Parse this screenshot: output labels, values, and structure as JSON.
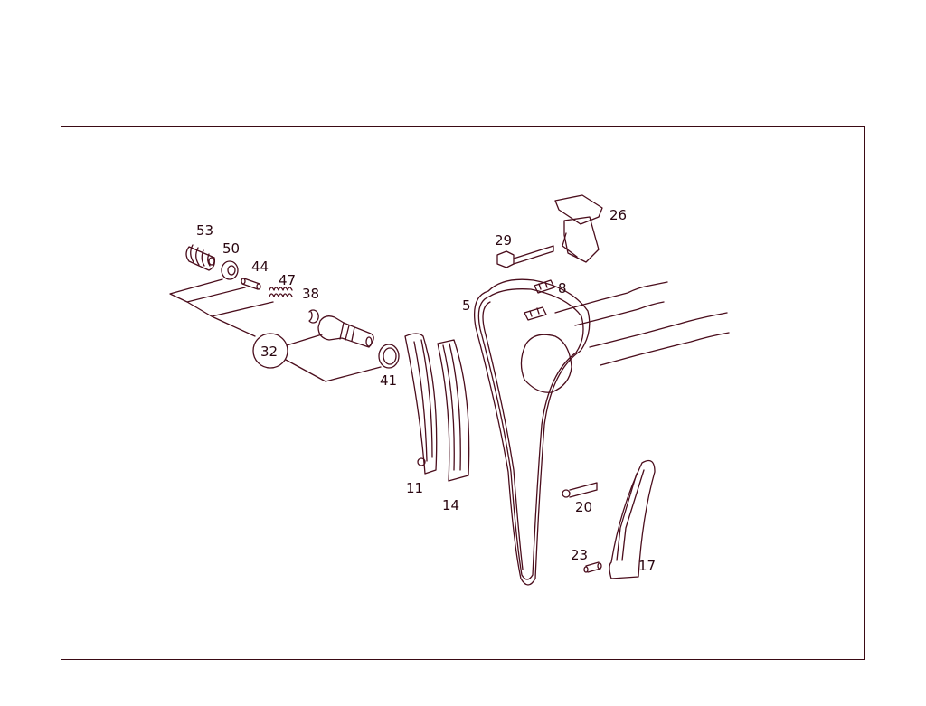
{
  "diagram": {
    "type": "exploded-parts-diagram",
    "subject": "timing chain and tensioner components",
    "line_color": "#4a0d1c",
    "callouts": [
      {
        "id": "53",
        "label": "53",
        "part": "tensioner cap / boot"
      },
      {
        "id": "50",
        "label": "50",
        "part": "seal ring"
      },
      {
        "id": "44",
        "label": "44",
        "part": "pin"
      },
      {
        "id": "47",
        "label": "47",
        "part": "spring"
      },
      {
        "id": "38",
        "label": "38",
        "part": "snap ring"
      },
      {
        "id": "32",
        "label": "32",
        "part": "chain tensioner assembly (group)"
      },
      {
        "id": "41",
        "label": "41",
        "part": "sealing ring"
      },
      {
        "id": "29",
        "label": "29",
        "part": "bolt"
      },
      {
        "id": "26",
        "label": "26",
        "part": "guide rail bracket"
      },
      {
        "id": "8",
        "label": "8",
        "part": "chain link"
      },
      {
        "id": "5",
        "label": "5",
        "part": "timing chain"
      },
      {
        "id": "11",
        "label": "11",
        "part": "tensioning rail"
      },
      {
        "id": "14",
        "label": "14",
        "part": "guide rail"
      },
      {
        "id": "20",
        "label": "20",
        "part": "bolt"
      },
      {
        "id": "23",
        "label": "23",
        "part": "pin"
      },
      {
        "id": "17",
        "label": "17",
        "part": "guide rail"
      }
    ]
  }
}
